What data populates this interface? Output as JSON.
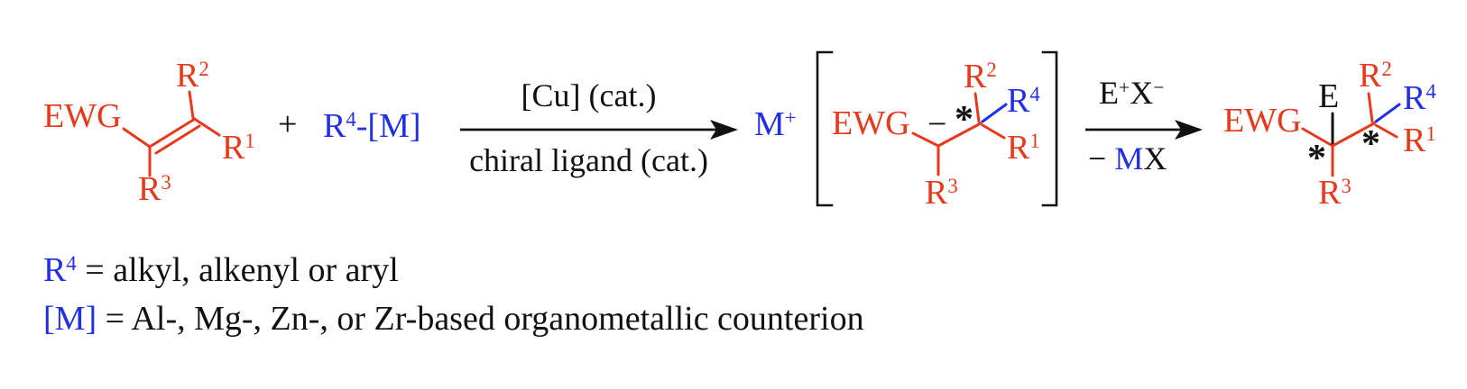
{
  "colors": {
    "red": "#e73a1d",
    "blue": "#2130e6",
    "black": "#111111"
  },
  "figure": {
    "reactant": {
      "ewg": "EWG",
      "r2_base": "R",
      "r2_sup": "2",
      "r1_base": "R",
      "r1_sup": "1",
      "r3_base": "R",
      "r3_sup": "3"
    },
    "plus_sign": "+",
    "organometal_reagent": {
      "base": "R",
      "sup": "4",
      "rest": "-[M]"
    },
    "arrow1": {
      "above": "[Cu] (cat.)",
      "below": "chiral ligand (cat.)"
    },
    "metal_cation": {
      "base": "M",
      "sup": "+"
    },
    "intermediate": {
      "ewg": "EWG",
      "carbanion_minus": "−",
      "stereocenter_star": "*",
      "r2_base": "R",
      "r2_sup": "2",
      "r4_base": "R",
      "r4_sup": "4",
      "r1_base": "R",
      "r1_sup": "1",
      "r3_base": "R",
      "r3_sup": "3"
    },
    "arrow2": {
      "above_e": "E",
      "above_e_sup": "+",
      "above_x": "X",
      "above_x_sup": "−",
      "below_minus": "− ",
      "below_m": "M",
      "below_x": "X"
    },
    "product": {
      "ewg": "EWG",
      "e_label": "E",
      "star1": "*",
      "star2": "*",
      "r2_base": "R",
      "r2_sup": "2",
      "r4_base": "R",
      "r4_sup": "4",
      "r1_base": "R",
      "r1_sup": "1",
      "r3_base": "R",
      "r3_sup": "3"
    }
  },
  "legend": {
    "line1_lead_base": "R",
    "line1_lead_sup": "4",
    "line1_text": " = alkyl, alkenyl or aryl",
    "line2_lead": "[M]",
    "line2_text": " = Al-, Mg-, Zn-, or Zr-based organometallic counterion"
  }
}
